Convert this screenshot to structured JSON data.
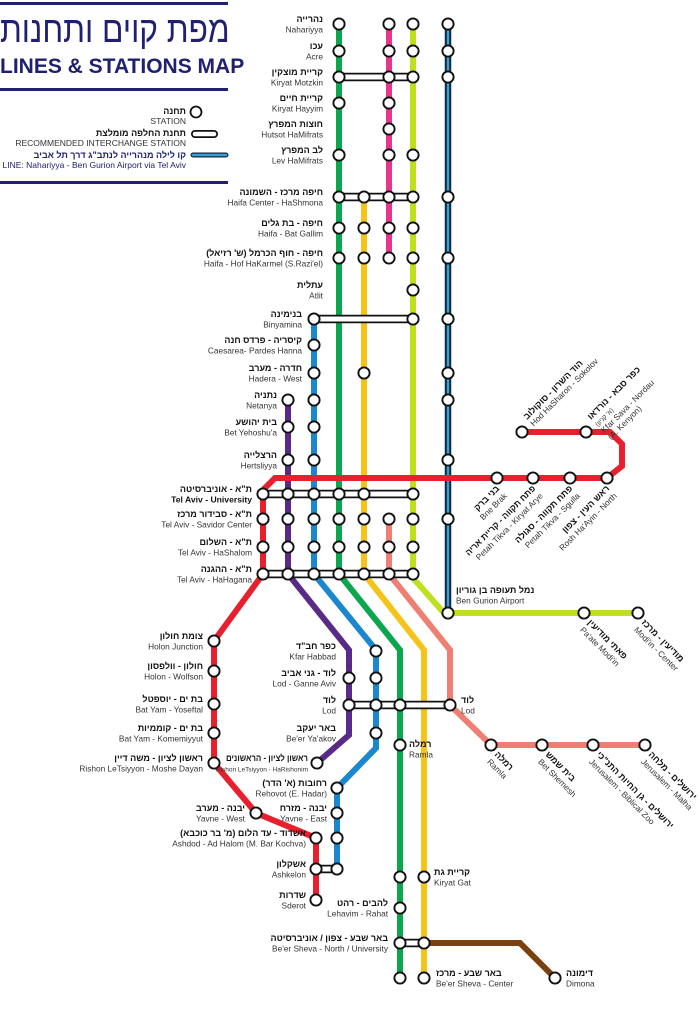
{
  "header": {
    "title_he": "מפת קוים ותחנות",
    "title_en": "LINES & STATIONS MAP"
  },
  "legend": {
    "station_he": "תחנה",
    "station_en": "STATION",
    "interchange_he": "תחנת החלפה מומלצת",
    "interchange_en": "RECOMMENDED INTERCHANGE STATION",
    "night_he": "קו לילה מנהרייה לנתב\"ג דרך תל אביב",
    "night_en": "NIGHT LINE: Nahariyya - Ben Gurion Airport via Tel Aviv"
  },
  "line_colors": {
    "red": "#e8202e",
    "purple": "#5a2a87",
    "blue": "#1b87cf",
    "green": "#0ba64e",
    "yellow": "#f6c31a",
    "salmon": "#f07f73",
    "pink": "#e5358f",
    "lime": "#c0df1f",
    "night_outer": "#0f2a42",
    "night_inner": "#3a9fd2",
    "brown": "#7a400d",
    "navy": "#1f2070"
  },
  "stations": {
    "nahariyya": {
      "he": "נהרייה",
      "en": "Nahariyya"
    },
    "acre": {
      "he": "עכו",
      "en": "Acre"
    },
    "motzkin": {
      "he": "קריית מוצקין",
      "en": "Kiryat Motzkin"
    },
    "hayyim": {
      "he": "קריית חיים",
      "en": "Kiryat Hayyim"
    },
    "hutsot": {
      "he": "חוצות המפרץ",
      "en": "Hutsot HaMifrats"
    },
    "lev": {
      "he": "לב המפרץ",
      "en": "Lev HaMifrats"
    },
    "haifa_center": {
      "he": "חיפה מרכז - השמונה",
      "en": "Haifa Center - HaShmona"
    },
    "bat_galim": {
      "he": "חיפה - בת גלים",
      "en": "Haifa - Bat Gallim"
    },
    "hof_hakarmel": {
      "he": "חיפה - חוף הכרמל (ש' רזיאל)",
      "en": "Haifa - Hof HaKarmel (S.Razi'el)"
    },
    "atlit": {
      "he": "עתלית",
      "en": "Atlit"
    },
    "binyamina": {
      "he": "בנימינה",
      "en": "Binyamina"
    },
    "caesarea": {
      "he": "קיסריה - פרדס חנה",
      "en": "Caesarea- Pardes Hanna"
    },
    "hadera": {
      "he": "חדרה - מערב",
      "en": "Hadera - West"
    },
    "netanya": {
      "he": "נתניה",
      "en": "Netanya"
    },
    "bet_yehoshua": {
      "he": "בית יהושע",
      "en": "Bet Yehoshu'a"
    },
    "herzliya": {
      "he": "הרצלייה",
      "en": "Hertsliyya"
    },
    "ta_university": {
      "he": "ת\"א - אוניברסיטה",
      "en": "Tel Aviv - University"
    },
    "savidor": {
      "he": "ת\"א - סבידור מרכז",
      "en": "Tel Aviv - Savidor Center"
    },
    "hashalom": {
      "he": "ת\"א - השלום",
      "en": "Tel Aviv - HaShalom"
    },
    "hahagana": {
      "he": "ת\"א - ההגנה",
      "en": "Tel Aviv - HaHagana"
    },
    "ben_gurion": {
      "he": "נמל תעופה בן גוריון",
      "en": "Ben Gurion Airport"
    },
    "paate_modiin": {
      "he": "פאתי מודיעין",
      "en": "Pa'ate Modi'in"
    },
    "modiin_center": {
      "he": "מודיעין - מרכז",
      "en": "Modi'in - Center"
    },
    "hod_hasharon": {
      "he": "הוד השרון - סוקולוב",
      "en": "Hod HaSharon - Sokolov"
    },
    "kfar_saba": {
      "he": "כפר סבא - נורדאו",
      "he2": "(א' קניון)",
      "en": "Kfar Sava - Nordau",
      "en2": "(A. Kenyon)"
    },
    "bne_brak": {
      "he": "בני ברק",
      "en": "Bne Brak"
    },
    "kiryat_arye": {
      "he": "פתח תקווה - קריית אריה",
      "en": "Petah Tikva - Kiryat Arye"
    },
    "sgulla": {
      "he": "פתח תקווה - סגולה",
      "en": "Petah Tikva - Sgulla"
    },
    "rosh_haayin": {
      "he": "ראש העין - צפון",
      "en": "Rosh Ha'Ayin - North"
    },
    "holon_junction": {
      "he": "צומת חולון",
      "en": "Holon Junction"
    },
    "wolfson": {
      "he": "חולון - וולפסון",
      "en": "Holon - Wolfson"
    },
    "yoseftal": {
      "he": "בת ים - יוספטל",
      "en": "Bat Yam - Yoseftal"
    },
    "komemiyyut": {
      "he": "בת ים - קוממיות",
      "en": "Bat Yam - Komemiyyut"
    },
    "moshe_dayan": {
      "he": "ראשון לציון - משה דיין",
      "en": "Rishon LeTsiyyon - Moshe Dayan"
    },
    "kfar_habbad": {
      "he": "כפר חב\"ד",
      "en": "Kfar Habbad"
    },
    "ganne_aviv": {
      "he": "לוד - גני אביב",
      "en": "Lod - Ganne Aviv"
    },
    "lod": {
      "he": "לוד",
      "en": "Lod"
    },
    "lod_east": {
      "he": "לוד",
      "en": "Lod"
    },
    "beer_yaakov": {
      "he": "באר יעקב",
      "en": "Be'er Ya'akov"
    },
    "harishonim": {
      "he": "ראשון לציון - הראשונים",
      "en": "Rishon LeTsiyyon - HaRishonim"
    },
    "ramla": {
      "he": "רמלה",
      "en": "Ramla"
    },
    "ramla_east": {
      "he": "רמלה",
      "en": "Ramla"
    },
    "bet_shemesh": {
      "he": "בית שמש",
      "en": "Bet Shemesh"
    },
    "biblical_zoo": {
      "he": "ירושלים - גן החיות התנ\"כי",
      "en": "Jerusalem - Biblical Zoo"
    },
    "malha": {
      "he": "ירושלים - מלחה",
      "en": "Jerusalem - Malha"
    },
    "rehovot": {
      "he": "רחובות (א' הדר)",
      "en": "Rehovot (E. Hadar)"
    },
    "yavne_east": {
      "he": "יבנה - מזרח",
      "en": "Yavne - East"
    },
    "yavne_west": {
      "he": "יבנה - מערב",
      "en": "Yavne - West"
    },
    "ashdod": {
      "he": "אשדוד - עד הלום (מ' בר כוכבא)",
      "en": "Ashdod - Ad Halom (M. Bar Kochva)"
    },
    "ashkelon": {
      "he": "אשקלון",
      "en": "Ashkelon"
    },
    "sderot": {
      "he": "שדרות",
      "en": "Sderot"
    },
    "kiryat_gat": {
      "he": "קריית גת",
      "en": "Kiryat Gat"
    },
    "lehavim": {
      "he": "להבים - רהט",
      "en": "Lehavim - Rahat"
    },
    "bs_north": {
      "he": "באר שבע - צפון / אוניברסיטה",
      "en": "Be'er Sheva - North / University"
    },
    "bs_center": {
      "he": "באר שבע - מרכז",
      "en": "Be'er Sheva - Center"
    },
    "dimona": {
      "he": "דימונה",
      "en": "Dimona"
    }
  }
}
